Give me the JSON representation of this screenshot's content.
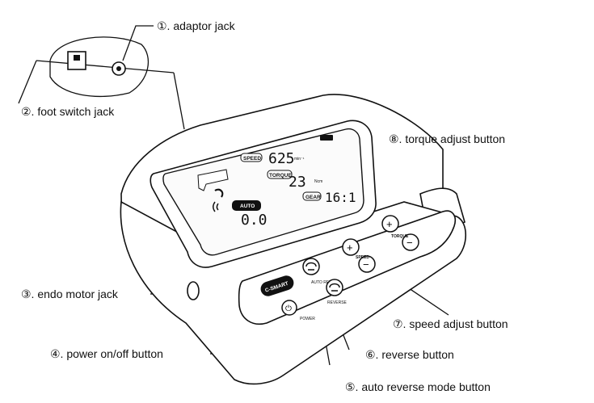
{
  "callouts": {
    "c1": "①. adaptor jack",
    "c2": "②. foot switch jack",
    "c3": "③. endo motor jack",
    "c4": "④. power on/off button",
    "c5": "⑤. auto reverse mode button",
    "c6": "⑥. reverse button",
    "c7": "⑦. speed adjust button",
    "c8": "⑧. torque adjust button"
  },
  "display": {
    "speed_tag": "SPEED",
    "speed_value": "625",
    "speed_unit": "min⁻¹",
    "torque_tag": "TORQUE",
    "torque_value": "23",
    "torque_unit": "Ncm",
    "gear_tag": "GEAR",
    "gear_value": "16:1",
    "auto_value": "0.0",
    "auto_tag": "AUTO"
  },
  "panel": {
    "brand": "C-SMART",
    "power_label": "POWER",
    "auto_rev_label": "AUTO REV",
    "reverse_label": "REVERSE",
    "speed_label": "SPEED",
    "torque_label": "TORQUE",
    "plus": "+",
    "minus": "−",
    "power_symbol": "⏻"
  }
}
